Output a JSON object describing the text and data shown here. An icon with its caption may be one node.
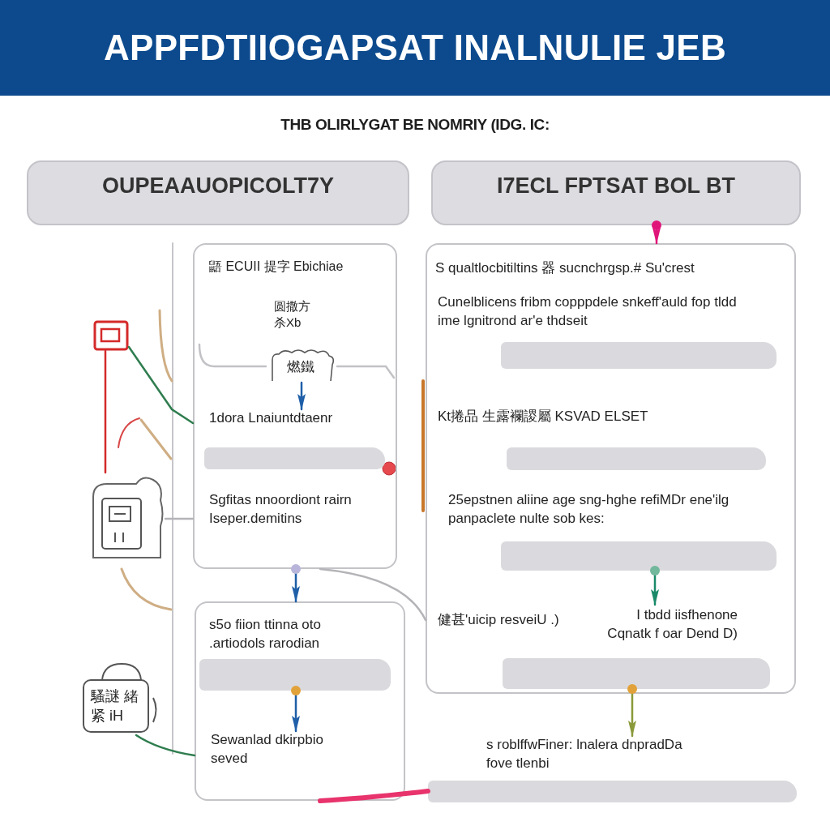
{
  "diagram": {
    "title": "APPFDTIIOGAPSAT INALNULIE JEB",
    "nodes": [
      {
        "text": [
          "OUPEAAUOPICOLT7Y"
        ]
      },
      {
        "text": [
          "I7ECL FPTSAT BOL BT"
        ]
      },
      {
        "text": [
          "鼯 ECUII 提字 Ebichiae"
        ]
      },
      {
        "text": [
          "圆撒方杀Xb"
        ],
        "in": 2
      },
      {
        "text": [
          "燃鐵"
        ],
        "in": 2
      },
      {
        "text": [
          "1dora Lnaiuntdtaenr"
        ],
        "in": 2
      },
      {
        "text": [],
        "shape": "bar",
        "in": 2
      },
      {
        "text": [
          "Sgfitas nnoordiont rairn Iseper.demitins"
        ],
        "in": 2
      },
      {
        "text": [
          "S qualtlocbitiltins 器 sucnchrgsp.# Su'crest"
        ]
      },
      {
        "text": [
          "Cunelblicens fribm copppdele snkeff'auld fop tldd ime lgnitrond ar'e thdseit"
        ],
        "in": 8
      },
      {
        "text": [],
        "shape": "bar",
        "in": 8
      },
      {
        "text": [
          "Kt捲品 生露襴謖屬 KSVAD ELSET"
        ],
        "in": 8
      },
      {
        "text": [],
        "shape": "bar",
        "in": 8
      },
      {
        "text": [
          "25epstnen aliine age sng-hghe refiMDr ene'ilg panpaclete nulte sob kes:"
        ],
        "in": 8
      },
      {
        "text": [],
        "shape": "bar",
        "in": 8
      },
      {
        "text": [],
        "shape": "box"
      },
      {
        "text": [],
        "shape": "picture"
      },
      {
        "text": [
          "s5o fiion ttinna oto .artiodols rarodian"
        ]
      },
      {
        "text": [],
        "shape": "bar",
        "in": 17
      },
      {
        "text": [
          "Sewanlad dkirpbio seved"
        ],
        "in": 17
      },
      {
        "text": [
          "健甚'uicip resveiU .)",
          "I tbdd iisfhenone Cqnatk f oar Dend D)"
        ],
        "in": 8
      },
      {
        "text": [],
        "shape": "bar",
        "in": 8
      },
      {
        "text": [
          "騷謎 緒紧 iH"
        ]
      },
      {
        "text": [
          "s roblffwFiner: lnalera dnpradDa fove tlenbi"
        ]
      },
      {
        "text": [],
        "shape": "bar"
      }
    ],
    "edges": [
      {
        "from": 1,
        "to": 8,
        "arrow": "to",
        "color": "#e0157a"
      },
      {
        "from": 4,
        "to": 5,
        "arrow": "to"
      },
      {
        "from": 15,
        "to": 16,
        "arrow": "none",
        "color": "#d42a2a"
      },
      {
        "from": 15,
        "to": 2,
        "arrow": "none",
        "color": "#2f7d4f"
      },
      {
        "from": 16,
        "to": 2,
        "arrow": "none",
        "color": "#b4b4b8"
      },
      {
        "from": 2,
        "to": 17,
        "arrow": "to"
      },
      {
        "from": 2,
        "to": 8,
        "arrow": "none",
        "color": "#b4b4b8"
      },
      {
        "from": 14,
        "to": 20,
        "arrow": "to",
        "color": "#1a8a6a"
      },
      {
        "from": 18,
        "to": 19,
        "arrow": "to"
      },
      {
        "from": 21,
        "to": 23,
        "arrow": "to",
        "color": "#8a9a3a"
      },
      {
        "from": 22,
        "to": 17,
        "arrow": "none",
        "color": "#2f7d4f"
      },
      {
        "from": 17,
        "to": 24,
        "arrow": "none",
        "style": "thick",
        "color": "#e8336d"
      }
    ],
    "labels": [
      "THB OLIRLYGAT BE NOMRIY (IDG. IC:"
    ]
  }
}
